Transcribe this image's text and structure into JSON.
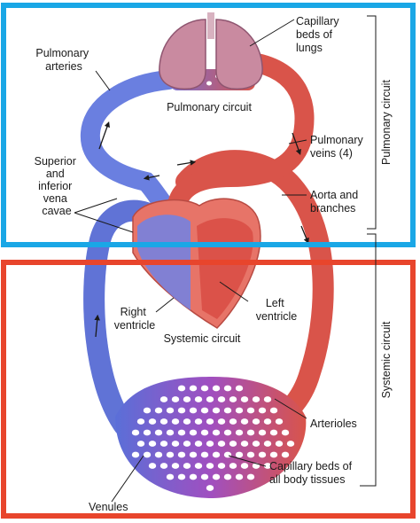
{
  "labels": {
    "capillary_beds_lungs": [
      "Capillary",
      "beds of",
      "lungs"
    ],
    "pulmonary_arteries": [
      "Pulmonary",
      "arteries"
    ],
    "pulmonary_circuit": "Pulmonary circuit",
    "pulmonary_veins": [
      "Pulmonary",
      "veins (4)"
    ],
    "superior_inferior_vena_cavae": [
      "Superior",
      "and",
      "inferior",
      "vena",
      "cavae"
    ],
    "aorta_and_branches": [
      "Aorta and",
      "branches"
    ],
    "right_ventricle": [
      "Right",
      "ventricle"
    ],
    "left_ventricle": [
      "Left",
      "ventricle"
    ],
    "systemic_circuit": "Systemic circuit",
    "arterioles": "Arterioles",
    "capillary_beds_body": [
      "Capillary beds of",
      "all body tissues"
    ],
    "venules": "Venules"
  },
  "brackets": {
    "pulmonary": "Pulmonary circuit",
    "systemic": "Systemic circuit"
  },
  "colors": {
    "pulmonary_box": "#1aa7e6",
    "systemic_box": "#e8452c",
    "oxygen_poor": "#5a6fd8",
    "oxygen_rich": "#d9544a",
    "lung": "#c98aa0",
    "capillary_mix": "#a04fc0"
  }
}
